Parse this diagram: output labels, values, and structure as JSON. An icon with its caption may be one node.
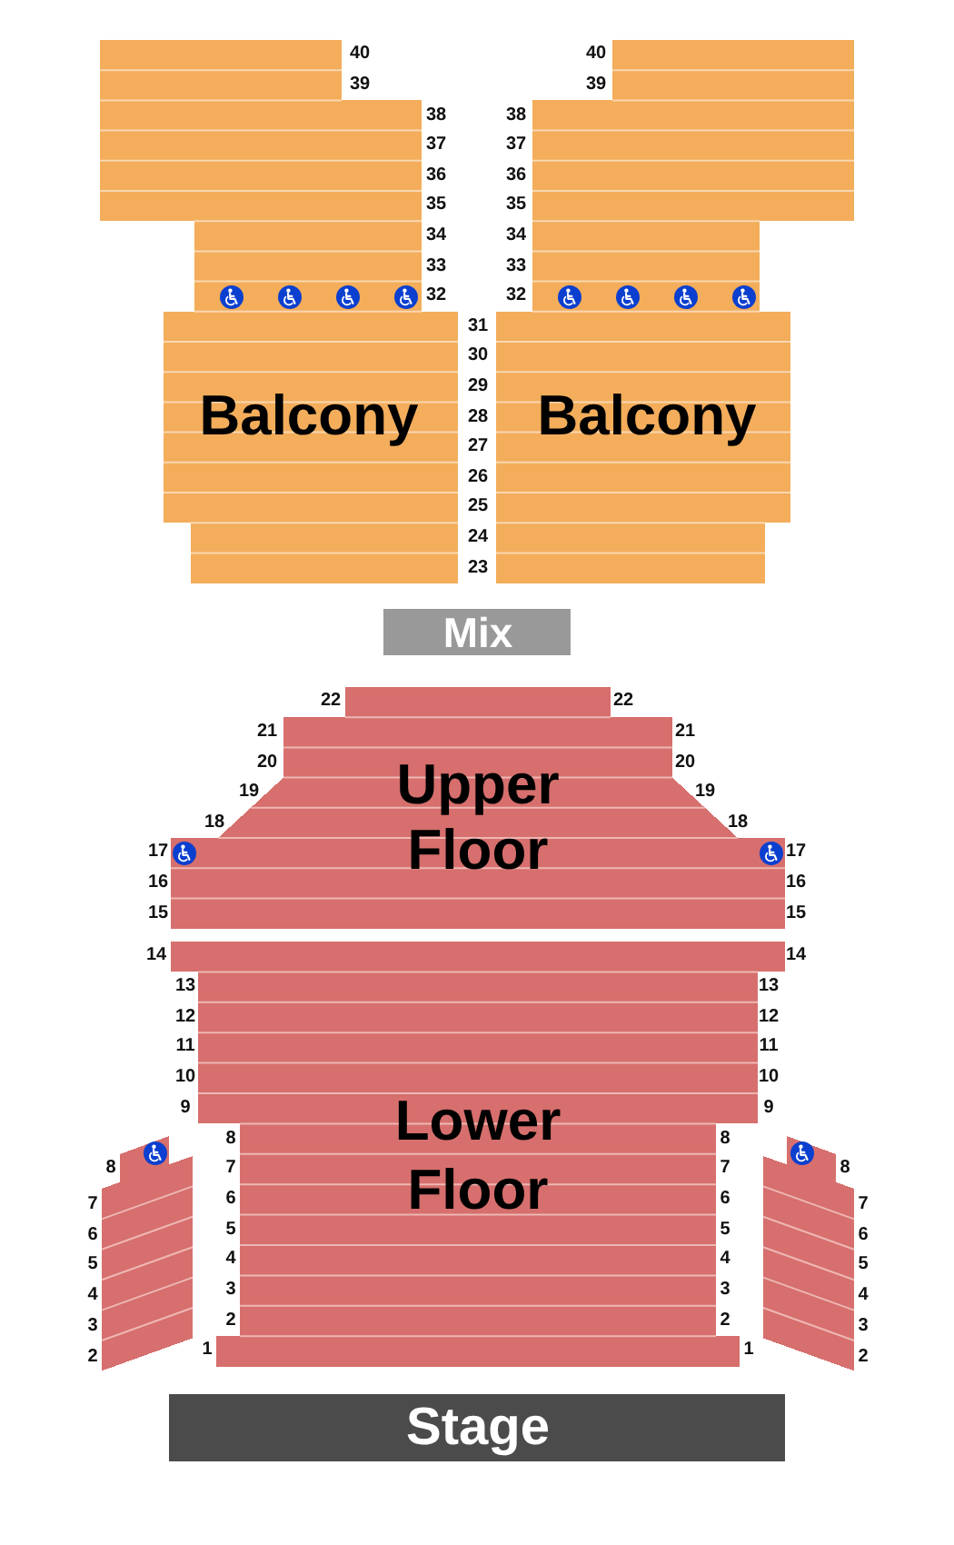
{
  "diagram": {
    "nodes": [
      {
        "text": [
          "Balcony"
        ]
      },
      {
        "text": [
          "Balcony"
        ]
      },
      {
        "text": [
          "Mix"
        ]
      },
      {
        "text": [
          "Upper Floor"
        ]
      },
      {
        "text": [
          "Lower Floor"
        ]
      },
      {
        "text": [],
        "shape": "parallelogram"
      },
      {
        "text": [],
        "shape": "parallelogram"
      },
      {
        "text": [],
        "shape": "parallelogram"
      },
      {
        "text": [],
        "shape": "parallelogram"
      },
      {
        "text": [
          "Stage"
        ]
      }
    ],
    "labels": [
      "40",
      "40",
      "39",
      "39",
      "38",
      "38",
      "37",
      "37",
      "36",
      "36",
      "35",
      "35",
      "34",
      "34",
      "33",
      "33",
      "32",
      "32",
      "31",
      "30",
      "29",
      "28",
      "27",
      "26",
      "25",
      "24",
      "23",
      "22",
      "22",
      "21",
      "21",
      "20",
      "20",
      "19",
      "19",
      "18",
      "18",
      "17",
      "17",
      "16",
      "16",
      "15",
      "15",
      "14",
      "14",
      "13",
      "13",
      "12",
      "12",
      "11",
      "11",
      "10",
      "10",
      "9",
      "9",
      "8",
      "8",
      "8",
      "8",
      "7",
      "7",
      "7",
      "7",
      "6",
      "6",
      "6",
      "6",
      "5",
      "5",
      "5",
      "5",
      "4",
      "4",
      "4",
      "4",
      "3",
      "3",
      "3",
      "3",
      "2",
      "2",
      "2",
      "2",
      "1",
      "1"
    ]
  }
}
